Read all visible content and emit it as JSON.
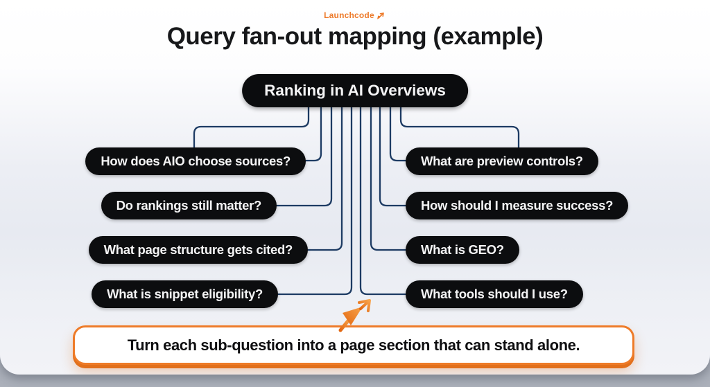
{
  "logo": {
    "text": "Launchcode"
  },
  "title": "Query fan-out mapping (example)",
  "diagram": {
    "root_label": "Ranking in AI Overviews",
    "left_questions": [
      "How does AIO choose sources?",
      "Do rankings still matter?",
      "What page structure gets cited?",
      "What is snippet eligibility?"
    ],
    "right_questions": [
      "What are preview controls?",
      "How should I measure success?",
      "What is GEO?",
      "What tools should I use?"
    ],
    "colors": {
      "connector": "#1d3b63",
      "node_bg": "#0c0d0f",
      "node_text": "#f4f4f5",
      "accent_orange": "#ED7A2A"
    }
  },
  "callout": {
    "text": "Turn each sub-question into a page section that can stand alone."
  }
}
